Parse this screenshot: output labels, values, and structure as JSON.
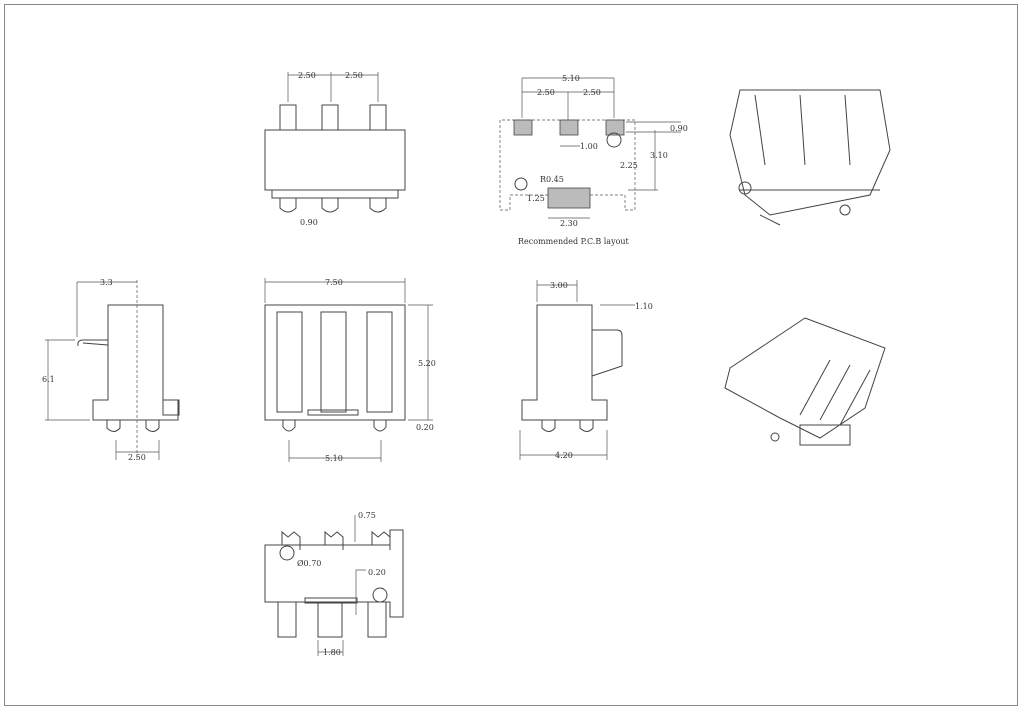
{
  "top_view": {
    "dims": [
      "2.50",
      "2.50",
      "0.90"
    ]
  },
  "pcb_layout": {
    "dims": [
      "5.10",
      "2.50",
      "2.50",
      "0.90",
      "1.00",
      "3.10",
      "2.25",
      "R0.45",
      "1.25",
      "2.30"
    ],
    "caption": "Recommended P.C.B layout"
  },
  "side_view": {
    "dims": [
      "3.3",
      "6.1",
      "2.50"
    ]
  },
  "front_view": {
    "dims": [
      "7.50",
      "5.20",
      "0.20",
      "5.10"
    ]
  },
  "right_view": {
    "dims": [
      "3.00",
      "1.10",
      "4.20"
    ]
  },
  "bottom_view": {
    "dims": [
      "0.75",
      "Ø0.70",
      "0.20",
      "1.80"
    ]
  }
}
